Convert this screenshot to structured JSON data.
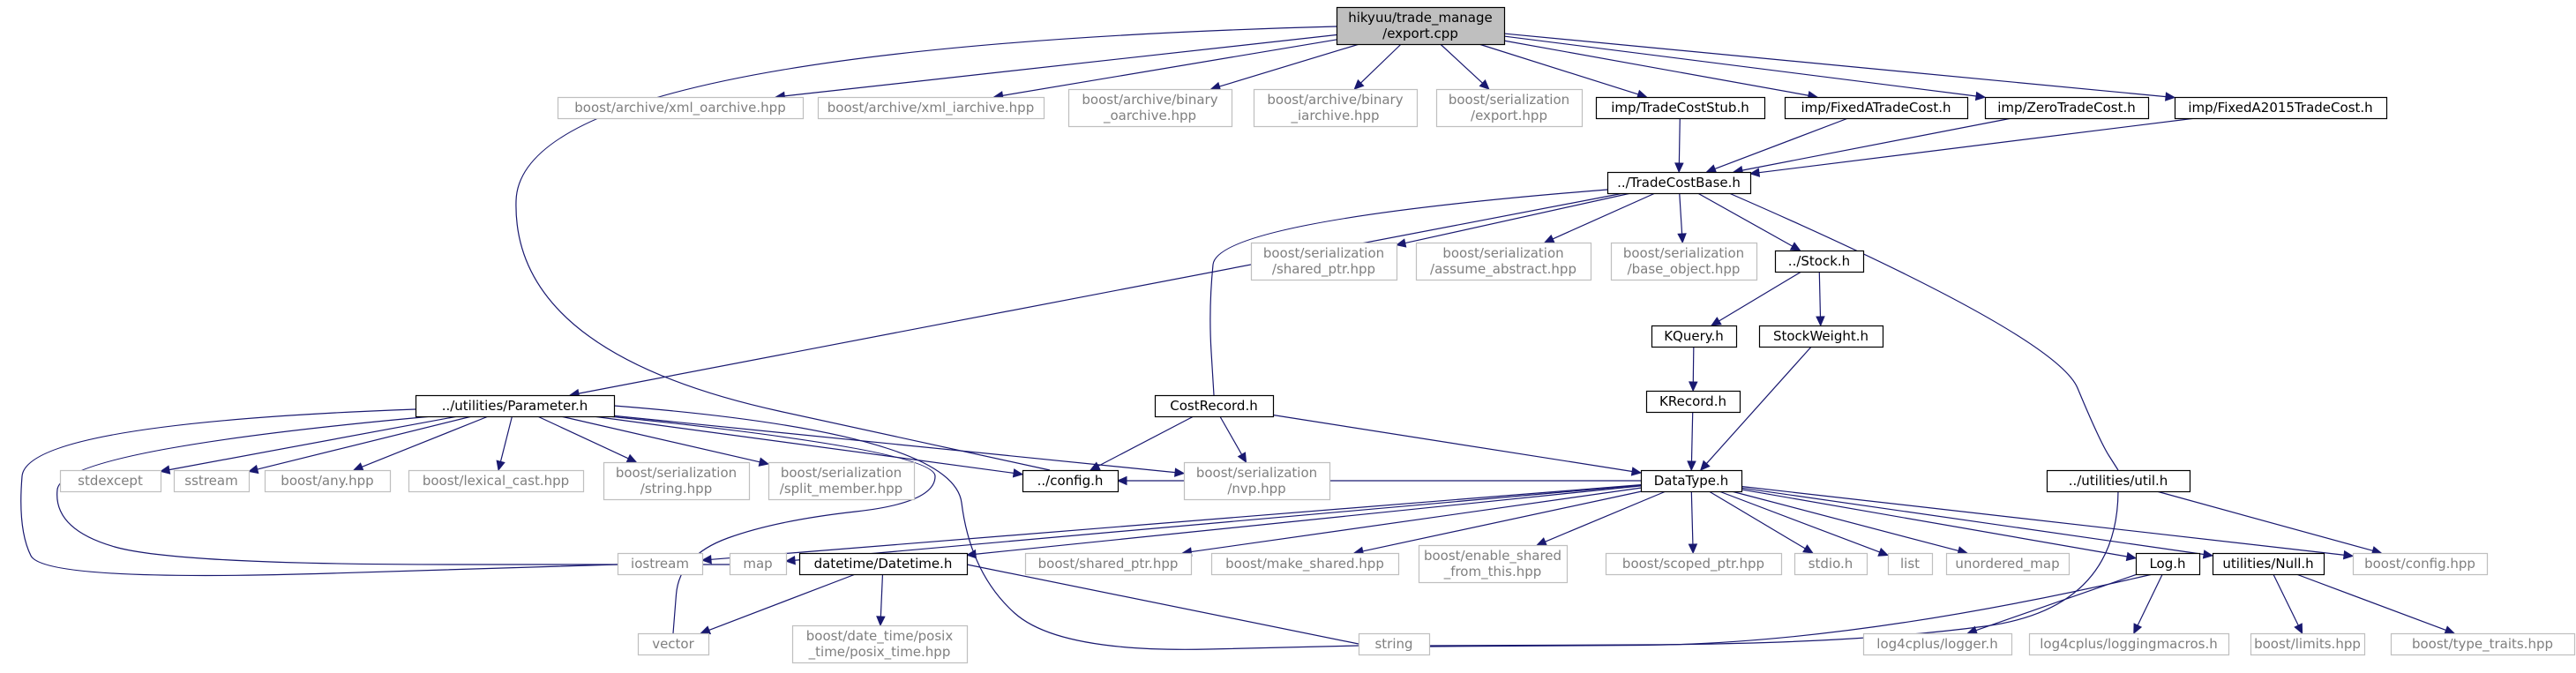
{
  "colors": {
    "edge": "#191970",
    "root_fill": "#bfbfbf",
    "dark_border": "#000000",
    "light_border": "#bfbfbf",
    "dark_text": "#000000",
    "light_text": "#7f7f7f"
  },
  "nodes": [
    {
      "id": "root",
      "lines": [
        "hikyuu/trade_manage",
        "/export.cpp"
      ],
      "style": "root"
    },
    {
      "id": "xml_oarchive",
      "lines": [
        "boost/archive/xml_oarchive.hpp"
      ],
      "style": "light"
    },
    {
      "id": "xml_iarchive",
      "lines": [
        "boost/archive/xml_iarchive.hpp"
      ],
      "style": "light"
    },
    {
      "id": "binary_oarchive",
      "lines": [
        "boost/archive/binary",
        "_oarchive.hpp"
      ],
      "style": "light"
    },
    {
      "id": "binary_iarchive",
      "lines": [
        "boost/archive/binary",
        "_iarchive.hpp"
      ],
      "style": "light"
    },
    {
      "id": "ser_export",
      "lines": [
        "boost/serialization",
        "/export.hpp"
      ],
      "style": "light"
    },
    {
      "id": "tcstub",
      "lines": [
        "imp/TradeCostStub.h"
      ],
      "style": "dark"
    },
    {
      "id": "fixedA",
      "lines": [
        "imp/FixedATradeCost.h"
      ],
      "style": "dark"
    },
    {
      "id": "zero",
      "lines": [
        "imp/ZeroTradeCost.h"
      ],
      "style": "dark"
    },
    {
      "id": "fixedA2015",
      "lines": [
        "imp/FixedA2015TradeCost.h"
      ],
      "style": "dark"
    },
    {
      "id": "tcbase",
      "lines": [
        "../TradeCostBase.h"
      ],
      "style": "dark"
    },
    {
      "id": "ser_sharedptr",
      "lines": [
        "boost/serialization",
        "/shared_ptr.hpp"
      ],
      "style": "light"
    },
    {
      "id": "ser_assume",
      "lines": [
        "boost/serialization",
        "/assume_abstract.hpp"
      ],
      "style": "light"
    },
    {
      "id": "ser_baseobj",
      "lines": [
        "boost/serialization",
        "/base_object.hpp"
      ],
      "style": "light"
    },
    {
      "id": "stock",
      "lines": [
        "../Stock.h"
      ],
      "style": "dark"
    },
    {
      "id": "kquery",
      "lines": [
        "KQuery.h"
      ],
      "style": "dark"
    },
    {
      "id": "stockweight",
      "lines": [
        "StockWeight.h"
      ],
      "style": "dark"
    },
    {
      "id": "krecord",
      "lines": [
        "KRecord.h"
      ],
      "style": "dark"
    },
    {
      "id": "parameter",
      "lines": [
        "../utilities/Parameter.h"
      ],
      "style": "dark"
    },
    {
      "id": "costrecord",
      "lines": [
        "CostRecord.h"
      ],
      "style": "dark"
    },
    {
      "id": "util",
      "lines": [
        "../utilities/util.h"
      ],
      "style": "dark"
    },
    {
      "id": "stdexcept",
      "lines": [
        "stdexcept"
      ],
      "style": "light"
    },
    {
      "id": "sstream",
      "lines": [
        "sstream"
      ],
      "style": "light"
    },
    {
      "id": "any",
      "lines": [
        "boost/any.hpp"
      ],
      "style": "light"
    },
    {
      "id": "lexical",
      "lines": [
        "boost/lexical_cast.hpp"
      ],
      "style": "light"
    },
    {
      "id": "ser_string",
      "lines": [
        "boost/serialization",
        "/string.hpp"
      ],
      "style": "light"
    },
    {
      "id": "ser_splitmember",
      "lines": [
        "boost/serialization",
        "/split_member.hpp"
      ],
      "style": "light"
    },
    {
      "id": "config",
      "lines": [
        "../config.h"
      ],
      "style": "dark"
    },
    {
      "id": "ser_nvp",
      "lines": [
        "boost/serialization",
        "/nvp.hpp"
      ],
      "style": "light"
    },
    {
      "id": "datatype",
      "lines": [
        "DataType.h"
      ],
      "style": "dark"
    },
    {
      "id": "iostream",
      "lines": [
        "iostream"
      ],
      "style": "light"
    },
    {
      "id": "map",
      "lines": [
        "map"
      ],
      "style": "light"
    },
    {
      "id": "datetime",
      "lines": [
        "datetime/Datetime.h"
      ],
      "style": "dark"
    },
    {
      "id": "shared_ptr",
      "lines": [
        "boost/shared_ptr.hpp"
      ],
      "style": "light"
    },
    {
      "id": "make_shared",
      "lines": [
        "boost/make_shared.hpp"
      ],
      "style": "light"
    },
    {
      "id": "enable_shared",
      "lines": [
        "boost/enable_shared",
        "_from_this.hpp"
      ],
      "style": "light"
    },
    {
      "id": "scoped_ptr",
      "lines": [
        "boost/scoped_ptr.hpp"
      ],
      "style": "light"
    },
    {
      "id": "stdio",
      "lines": [
        "stdio.h"
      ],
      "style": "light"
    },
    {
      "id": "list",
      "lines": [
        "list"
      ],
      "style": "light"
    },
    {
      "id": "unordered_map",
      "lines": [
        "unordered_map"
      ],
      "style": "light"
    },
    {
      "id": "log",
      "lines": [
        "Log.h"
      ],
      "style": "dark"
    },
    {
      "id": "null",
      "lines": [
        "utilities/Null.h"
      ],
      "style": "dark"
    },
    {
      "id": "boost_config",
      "lines": [
        "boost/config.hpp"
      ],
      "style": "light"
    },
    {
      "id": "vector",
      "lines": [
        "vector"
      ],
      "style": "light"
    },
    {
      "id": "posix",
      "lines": [
        "boost/date_time/posix",
        "_time/posix_time.hpp"
      ],
      "style": "light"
    },
    {
      "id": "string",
      "lines": [
        "string"
      ],
      "style": "light"
    },
    {
      "id": "log4_logger",
      "lines": [
        "log4cplus/logger.h"
      ],
      "style": "light"
    },
    {
      "id": "log4_macros",
      "lines": [
        "log4cplus/loggingmacros.h"
      ],
      "style": "light"
    },
    {
      "id": "limits",
      "lines": [
        "boost/limits.hpp"
      ],
      "style": "light"
    },
    {
      "id": "type_traits",
      "lines": [
        "boost/type_traits.hpp"
      ],
      "style": "light"
    }
  ],
  "edges": [
    [
      "root",
      "xml_oarchive"
    ],
    [
      "root",
      "xml_iarchive"
    ],
    [
      "root",
      "binary_oarchive"
    ],
    [
      "root",
      "binary_iarchive"
    ],
    [
      "root",
      "ser_export"
    ],
    [
      "root",
      "tcstub"
    ],
    [
      "root",
      "fixedA"
    ],
    [
      "root",
      "zero"
    ],
    [
      "root",
      "fixedA2015"
    ],
    [
      "root",
      "config"
    ],
    [
      "tcstub",
      "tcbase"
    ],
    [
      "fixedA",
      "tcbase"
    ],
    [
      "zero",
      "tcbase"
    ],
    [
      "fixedA2015",
      "tcbase"
    ],
    [
      "tcbase",
      "parameter"
    ],
    [
      "tcbase",
      "costrecord"
    ],
    [
      "tcbase",
      "ser_sharedptr"
    ],
    [
      "tcbase",
      "ser_assume"
    ],
    [
      "tcbase",
      "ser_baseobj"
    ],
    [
      "tcbase",
      "stock"
    ],
    [
      "tcbase",
      "util"
    ],
    [
      "stock",
      "kquery"
    ],
    [
      "stock",
      "stockweight"
    ],
    [
      "kquery",
      "krecord"
    ],
    [
      "krecord",
      "datatype"
    ],
    [
      "stockweight",
      "datatype"
    ],
    [
      "parameter",
      "stdexcept"
    ],
    [
      "parameter",
      "sstream"
    ],
    [
      "parameter",
      "any"
    ],
    [
      "parameter",
      "lexical"
    ],
    [
      "parameter",
      "ser_string"
    ],
    [
      "parameter",
      "ser_splitmember"
    ],
    [
      "parameter",
      "config"
    ],
    [
      "parameter",
      "ser_nvp"
    ],
    [
      "parameter",
      "iostream"
    ],
    [
      "parameter",
      "map"
    ],
    [
      "parameter",
      "vector"
    ],
    [
      "parameter",
      "string"
    ],
    [
      "costrecord",
      "config"
    ],
    [
      "costrecord",
      "ser_nvp"
    ],
    [
      "costrecord",
      "datatype"
    ],
    [
      "datatype",
      "config"
    ],
    [
      "datatype",
      "iostream"
    ],
    [
      "datatype",
      "map"
    ],
    [
      "datatype",
      "datetime"
    ],
    [
      "datatype",
      "shared_ptr"
    ],
    [
      "datatype",
      "make_shared"
    ],
    [
      "datatype",
      "enable_shared"
    ],
    [
      "datatype",
      "scoped_ptr"
    ],
    [
      "datatype",
      "stdio"
    ],
    [
      "datatype",
      "list"
    ],
    [
      "datatype",
      "unordered_map"
    ],
    [
      "datatype",
      "log"
    ],
    [
      "datatype",
      "null"
    ],
    [
      "datatype",
      "boost_config"
    ],
    [
      "datetime",
      "vector"
    ],
    [
      "datetime",
      "posix"
    ],
    [
      "datetime",
      "string"
    ],
    [
      "log",
      "log4_logger"
    ],
    [
      "log",
      "log4_macros"
    ],
    [
      "log",
      "string"
    ],
    [
      "null",
      "limits"
    ],
    [
      "null",
      "type_traits"
    ],
    [
      "util",
      "string"
    ],
    [
      "util",
      "boost_config"
    ]
  ]
}
